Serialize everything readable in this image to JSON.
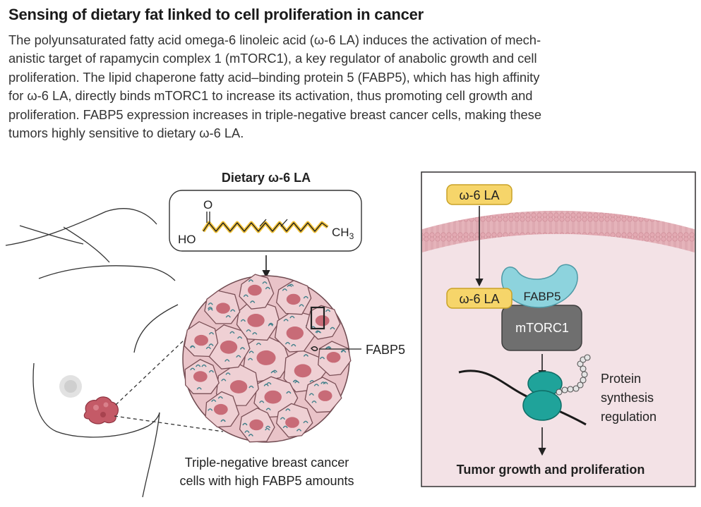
{
  "title": "Sensing of dietary fat linked to cell proliferation in cancer",
  "description_lines": [
    "The polyunsaturated fatty acid omega-6 linoleic acid (ω-6 LA) induces the activation of mech-",
    "anistic target of rapamycin complex 1 (mTORC1), a key regulator of anabolic growth and cell",
    "proliferation. The lipid chaperone fatty acid–binding protein 5 (FABP5), which has high affinity",
    "for ω-6 LA, directly binds mTORC1 to increase its activation, thus promoting cell growth and",
    "proliferation. FABP5 expression increases in triple-negative breast cancer cells, making these",
    "tumors highly sensitive to dietary ω-6 LA."
  ],
  "left_panel": {
    "dietary_label": "Dietary ω-6 LA",
    "molecule": {
      "o_label": "O",
      "ho_label": "HO",
      "ch3_label": "CH",
      "ch3_subscript": "3"
    },
    "fabp5_label": "FABP5",
    "caption_lines": [
      "Triple-negative breast cancer",
      "cells with high FABP5 amounts"
    ]
  },
  "right_panel": {
    "la_top_label": "ω-6 LA",
    "la_bound_label": "ω-6 LA",
    "fabp5_label": "FABP5",
    "mtorc1_label": "mTORC1",
    "protein_synthesis_lines": [
      "Protein",
      "synthesis",
      "regulation"
    ],
    "outcome_label": "Tumor growth and proliferation"
  },
  "colors": {
    "la_yellow": "#f6d56a",
    "la_border": "#c9a227",
    "fabp5_teal": "#8dd3dd",
    "mtorc1_gray": "#6f6f6f",
    "ribosome_teal": "#1fa39a",
    "membrane_pink": "#e5b3ba",
    "cytoplasm_pink": "#f4e3e6",
    "tumor_red": "#c45a67"
  }
}
